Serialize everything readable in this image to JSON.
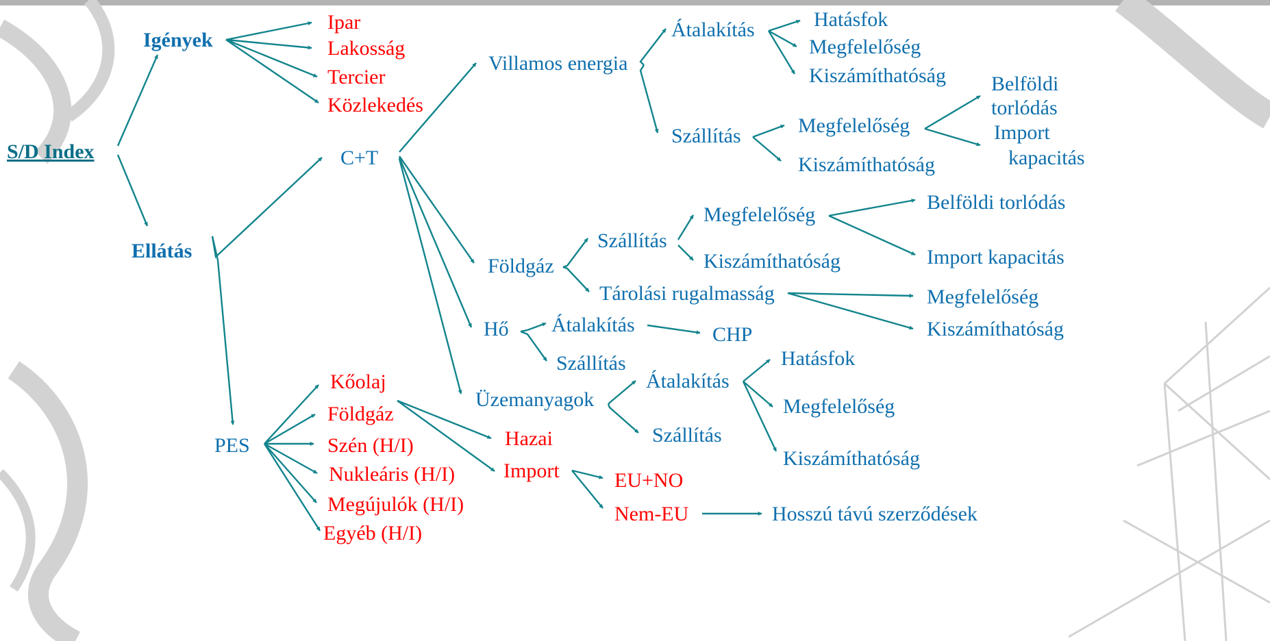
{
  "colors": {
    "branch": "#0f6fae",
    "leaf": "#ff0000",
    "root": "#0b6f88",
    "arrow": "#12848c"
  },
  "root": "S/D Index",
  "demand": {
    "label": "Igények",
    "items": [
      "Ipar",
      "Lakosság",
      "Tercier",
      "Közlekedés"
    ]
  },
  "supply": {
    "label": "Ellátás"
  },
  "ct": {
    "label": "C+T"
  },
  "electricity": {
    "label": "Villamos energia",
    "conversion": {
      "label": "Átalakítás",
      "items": [
        "Hatásfok",
        "Megfelelőség",
        "Kiszámíthatóság"
      ]
    },
    "transport": {
      "label": "Szállítás",
      "adequacy": "Megfelelőség",
      "predictability": "Kiszámíthatóság",
      "domestic": [
        "Belföldi",
        "torlódás"
      ],
      "import": [
        "Import",
        "kapacitás"
      ]
    }
  },
  "gas": {
    "label": "Földgáz",
    "transport": {
      "label": "Szállítás",
      "adequacy": "Megfelelőség",
      "predictability": "Kiszámíthatóság",
      "domestic": "Belföldi torlódás",
      "import": "Import kapacitás"
    },
    "storage": {
      "label": "Tárolási rugalmasság",
      "items": [
        "Megfelelőség",
        "Kiszámíthatóság"
      ]
    }
  },
  "heat": {
    "label": "Hő",
    "conversion": "Átalakítás",
    "chp": "CHP",
    "transport": "Szállítás"
  },
  "fuels": {
    "label": "Üzemanyagok",
    "conversion": {
      "label": "Átalakítás",
      "items": [
        "Hatásfok",
        "Megfelelőség",
        "Kiszámíthatóság"
      ]
    },
    "transport": "Szállítás"
  },
  "pes": {
    "label": "PES",
    "items": [
      "Kőolaj",
      "Földgáz",
      "Szén (H/I)",
      "Nukleáris (H/I)",
      "Megújulók (H/I)",
      "Egyéb (H/I)"
    ],
    "origin": {
      "domestic": "Hazai",
      "import": "Import",
      "eu": "EU+NO",
      "non_eu": "Nem-EU",
      "long_term": "Hosszú távú szerződések"
    }
  }
}
